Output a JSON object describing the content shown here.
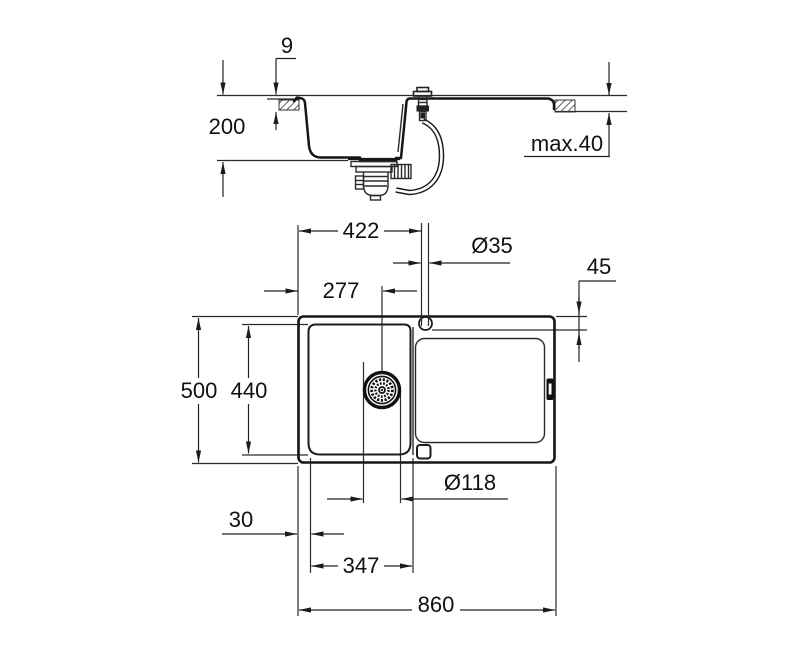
{
  "colors": {
    "line": "#222222",
    "text": "#111111",
    "background": "#ffffff"
  },
  "side_view": {
    "rim_height": "9",
    "bowl_depth": "200",
    "countertop_thickness": "max.40"
  },
  "plan_view": {
    "tap_hole_from_left": "422",
    "tap_hole_diameter": "Ø35",
    "tap_hole_from_edge": "45",
    "drain_center_from_left": "277",
    "overall_depth": "500",
    "bowl_inner_depth": "440",
    "drain_flange_diameter": "Ø118",
    "edge_to_bowl": "30",
    "bowl_inner_width": "347",
    "overall_width": "860"
  }
}
